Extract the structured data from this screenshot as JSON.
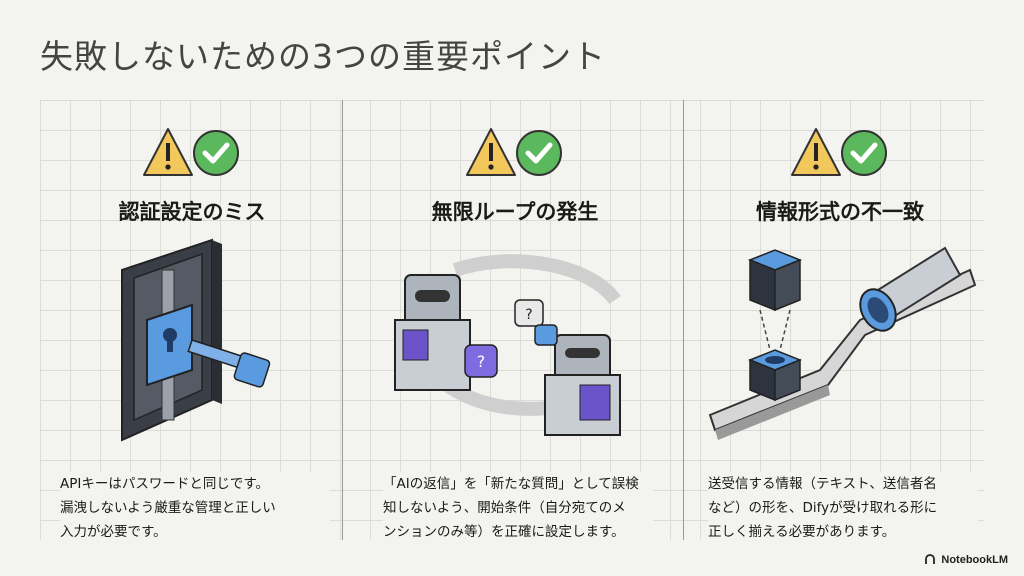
{
  "title": "失敗しないための3つの重要ポイント",
  "columns": [
    {
      "heading": "認証設定のミス",
      "illustration": "vault-lock-key-icon",
      "text_lines": [
        "APIキーはパスワードと同じです。",
        "漏洩しないよう厳重な管理と正しい",
        "入力が必要です。"
      ]
    },
    {
      "heading": "無限ループの発生",
      "illustration": "bots-loop-icon",
      "text_lines": [
        "「AIの返信」を「新たな質問」として誤検",
        "知しないよう、開始条件（自分宛てのメ",
        "ンションのみ等）を正確に設定します。"
      ]
    },
    {
      "heading": "情報形式の不一致",
      "illustration": "cube-pipe-icon",
      "text_lines": [
        "送受信する情報（テキスト、送信者名",
        "など）の形を、Difyが受け取れる形に",
        "正しく揃える必要があります。"
      ]
    }
  ],
  "icons": {
    "warning": "warning-icon",
    "check": "check-icon"
  },
  "colors": {
    "warning": "#f2c75c",
    "check": "#5cb85c",
    "accent": "#4a90e2"
  },
  "brand": "NotebookLM"
}
